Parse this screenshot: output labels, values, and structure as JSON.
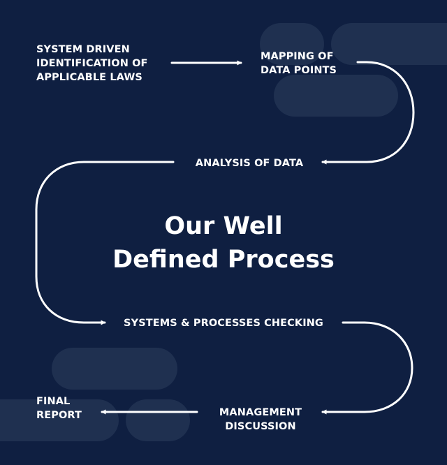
{
  "heading": "Our Well\nDefined Process",
  "steps": [
    "SYSTEM DRIVEN\nIDENTIFICATION OF\nAPPLICABLE LAWS",
    "MAPPING OF\nDATA POINTS",
    "ANALYSIS OF DATA",
    "SYSTEMS & PROCESSES CHECKING",
    "MANAGEMENT\nDISCUSSION",
    "FINAL\nREPORT"
  ],
  "colors": {
    "background": "#0f1f41",
    "decorative_pill": "#1f3050",
    "text": "#ffffff",
    "connector": "#ffffff"
  }
}
